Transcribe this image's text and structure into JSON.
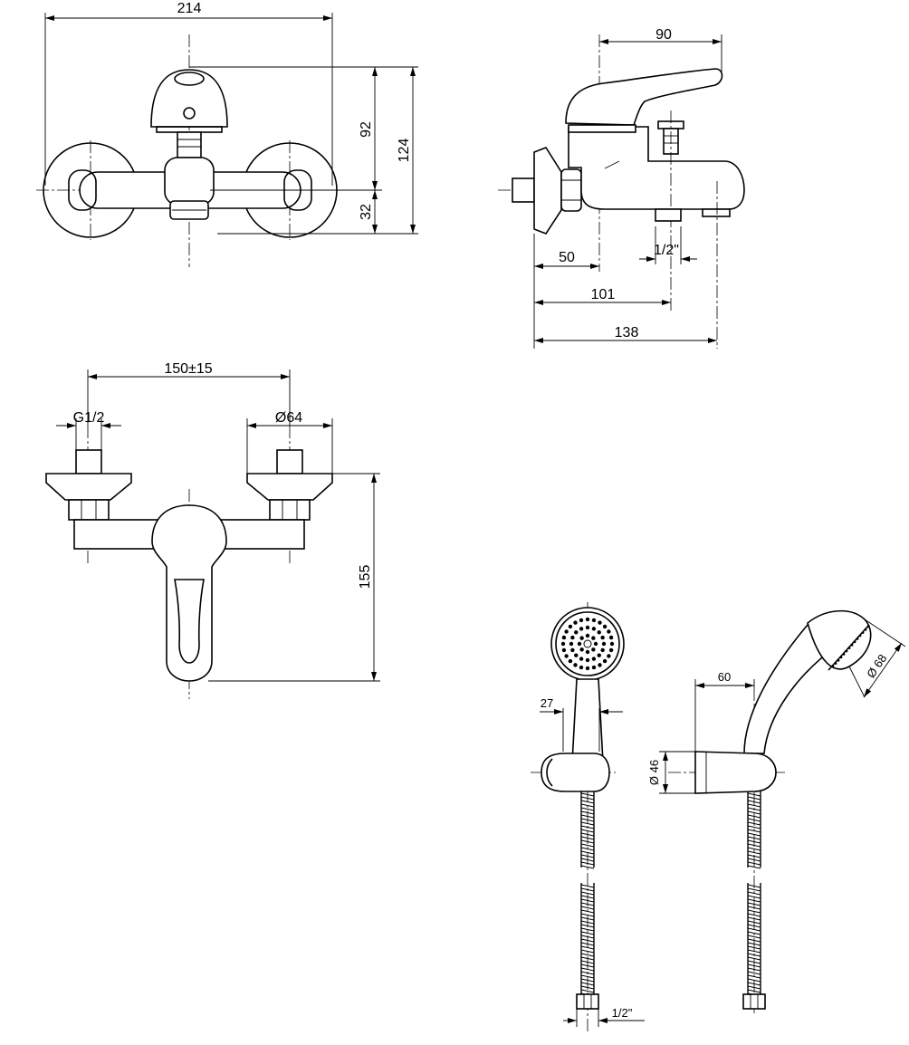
{
  "colors": {
    "line": "#000000",
    "background": "#ffffff"
  },
  "dims": {
    "front_width": "214",
    "front_h_upper": "92",
    "front_h_total": "124",
    "front_h_lower": "32",
    "side_handle": "90",
    "side_50": "50",
    "side_half_inch": "1/2\"",
    "side_101": "101",
    "side_138": "138",
    "shower_spacing": "150±15",
    "shower_thread": "G1/2",
    "shower_rosette": "Ø64",
    "shower_height": "155",
    "hand_27": "27",
    "hand_60": "60",
    "hand_d46": "Ø 46",
    "hand_d68": "Ø 68",
    "hose_half_inch": "1/2\""
  }
}
